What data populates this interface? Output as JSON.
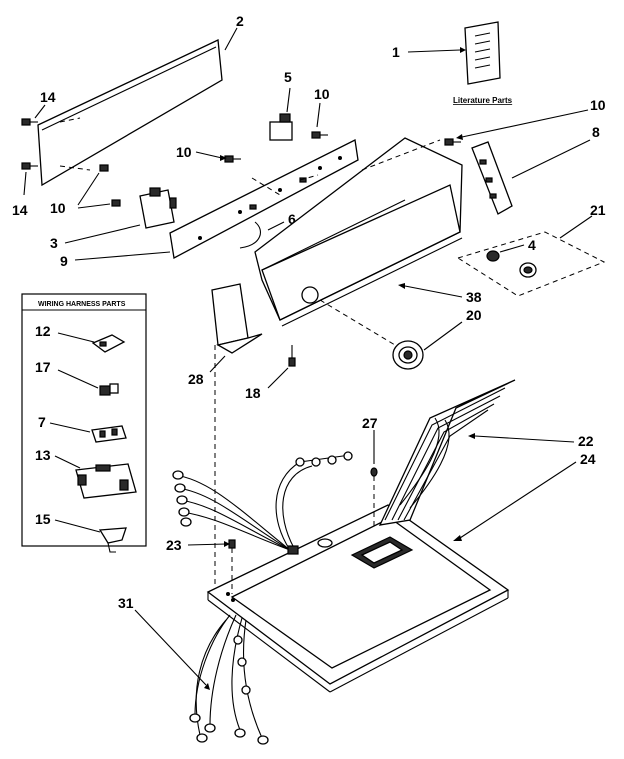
{
  "callouts": {
    "c1": "1",
    "c2": "2",
    "c3": "3",
    "c4": "4",
    "c5": "5",
    "c6": "6",
    "c7": "7",
    "c8": "8",
    "c9": "9",
    "c10a": "10",
    "c10b": "10",
    "c10c": "10",
    "c10d": "10",
    "c12": "12",
    "c13": "13",
    "c14a": "14",
    "c14b": "14",
    "c15": "15",
    "c17": "17",
    "c18": "18",
    "c20": "20",
    "c21": "21",
    "c22": "22",
    "c23": "23",
    "c24": "24",
    "c27": "27",
    "c28": "28",
    "c31": "31",
    "c38": "38"
  },
  "literature_label": "Literature Parts",
  "wiring_box_title": "WIRING HARNESS PARTS"
}
